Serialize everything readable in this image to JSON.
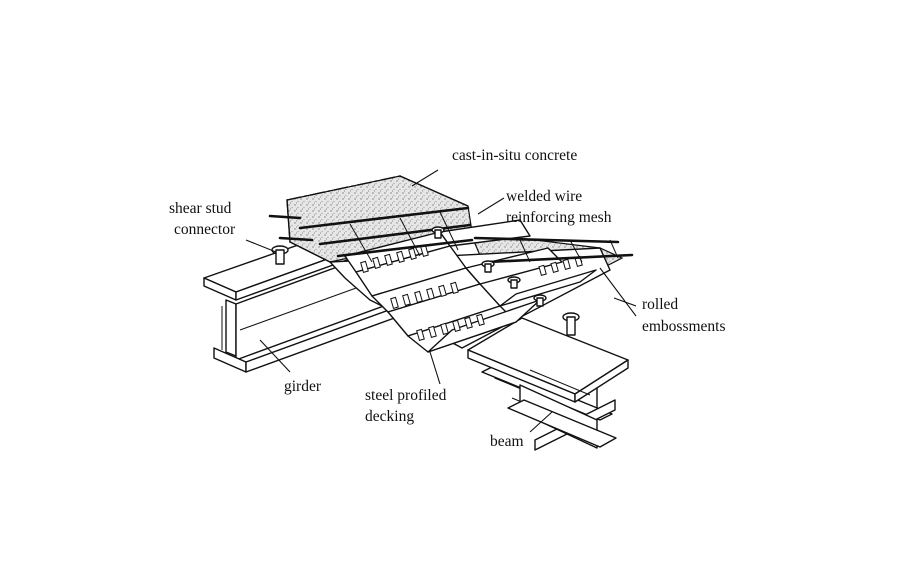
{
  "colors": {
    "ink": "#111111",
    "background": "#ffffff",
    "concrete": "#d9d9d9"
  },
  "labels": {
    "concrete": "cast-in-situ concrete",
    "mesh_line1": "welded wire",
    "mesh_line2": "reinforcing mesh",
    "stud_line1": "shear stud",
    "stud_line2": "connector",
    "emboss_line1": "rolled",
    "emboss_line2": "embossments",
    "girder": "girder",
    "decking_line1": "steel profiled",
    "decking_line2": "decking",
    "beam": "beam"
  }
}
